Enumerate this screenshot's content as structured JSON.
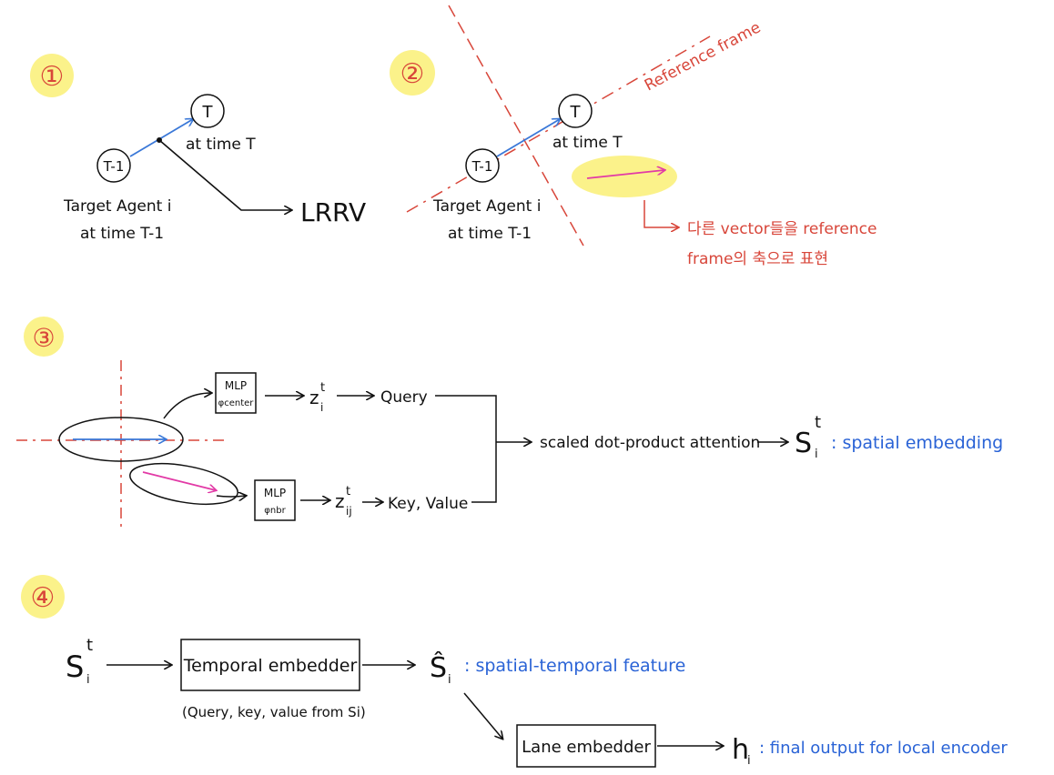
{
  "colors": {
    "ink": "#111111",
    "blue_arrow": "#3a78d8",
    "blue_text": "#2a63d6",
    "red": "#d8463a",
    "magenta": "#e23aa6",
    "highlight": "#fbf28a"
  },
  "steps": [
    {
      "label": "①"
    },
    {
      "label": "②"
    },
    {
      "label": "③"
    },
    {
      "label": "④"
    }
  ],
  "panel1": {
    "node_prev": "T-1",
    "node_curr": "T",
    "label_curr": "at time T",
    "label_prev_line1": "Target Agent i",
    "label_prev_line2": "at time T-1",
    "output": "LRRV"
  },
  "panel2": {
    "node_prev": "T-1",
    "node_curr": "T",
    "label_curr": "at time T",
    "label_prev_line1": "Target Agent i",
    "label_prev_line2": "at time T-1",
    "frame_label": "Reference frame",
    "note_line1": "다른 vector들을 reference",
    "note_line2": "frame의 축으로 표현"
  },
  "panel3": {
    "mlp_center_title": "MLP",
    "mlp_center_sub": "φcenter",
    "mlp_nbr_title": "MLP",
    "mlp_nbr_sub": "φnbr",
    "z_center": "z",
    "z_center_sup": "t",
    "z_center_sub": "i",
    "z_nbr": "z",
    "z_nbr_sup": "t",
    "z_nbr_sub": "ij",
    "query": "Query",
    "keyvalue": "Key, Value",
    "attention": "scaled dot-product attention",
    "s_symbol": "S",
    "s_sup": "t",
    "s_sub": "i",
    "s_desc": ": spatial embedding"
  },
  "panel4": {
    "s_symbol": "S",
    "s_sup": "t",
    "s_sub": "i",
    "temporal_box": "Temporal embedder",
    "temporal_note": "(Query, key, value from Si)",
    "shat_symbol": "Ŝ",
    "shat_sub": "i",
    "shat_desc": ": spatial-temporal feature",
    "lane_box": "Lane embedder",
    "h_symbol": "h",
    "h_sub": "i",
    "h_desc": ": final output for local encoder"
  }
}
